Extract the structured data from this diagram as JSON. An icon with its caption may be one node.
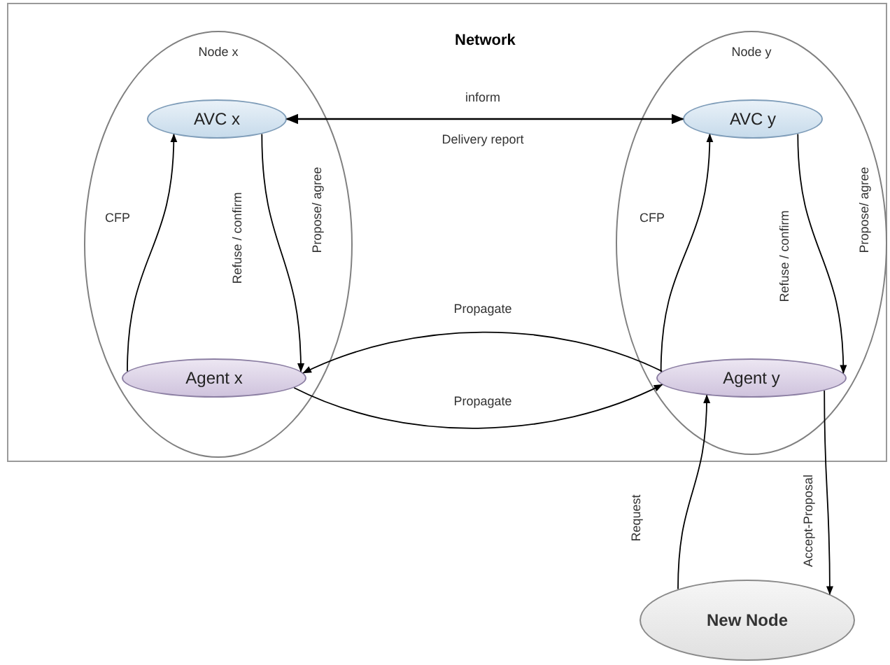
{
  "diagram": {
    "nodes": [
      {
        "text": [
          "Network"
        ]
      },
      {
        "text": [
          "Node x"
        ],
        "in": 0
      },
      {
        "text": [
          "AVC x"
        ],
        "in": 1
      },
      {
        "text": [
          "Agent x"
        ],
        "in": 1
      },
      {
        "text": [
          "Node y"
        ],
        "in": 0
      },
      {
        "text": [
          "AVC y"
        ],
        "in": 4
      },
      {
        "text": [
          "Agent y"
        ],
        "in": 4
      },
      {
        "text": [
          "New Node"
        ]
      }
    ],
    "edges": [
      {
        "from": 2,
        "to": 5,
        "arrow": "both",
        "label": "inform"
      },
      {
        "from": 3,
        "to": 2,
        "arrow": "to",
        "label": "CFP"
      },
      {
        "from": 2,
        "to": 3,
        "arrow": "to",
        "label": "Propose/ agree"
      },
      {
        "from": 6,
        "to": 3,
        "arrow": "to",
        "label": "Propagate"
      },
      {
        "from": 3,
        "to": 6,
        "arrow": "to",
        "label": "Propagate"
      },
      {
        "from": 6,
        "to": 5,
        "arrow": "to",
        "label": "CFP"
      },
      {
        "from": 5,
        "to": 6,
        "arrow": "to",
        "label": "Propose/ agree"
      },
      {
        "from": 7,
        "to": 6,
        "arrow": "to",
        "label": "Request"
      },
      {
        "from": 6,
        "to": 7,
        "arrow": "to",
        "label": "Accept-Proposal"
      }
    ],
    "labels": [
      "Delivery report",
      "Refuse / confirm",
      "Refuse / confirm"
    ]
  }
}
